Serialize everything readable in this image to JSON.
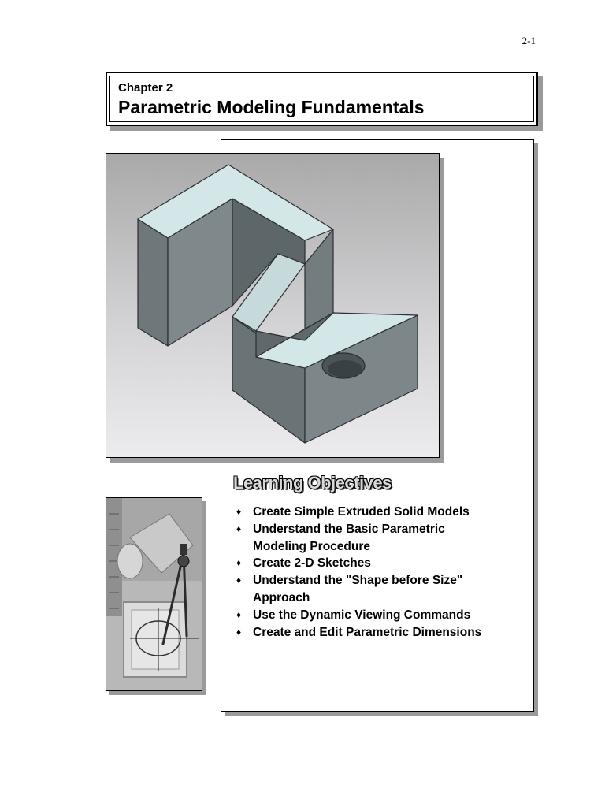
{
  "page": {
    "number": "2-1"
  },
  "chapter": {
    "label": "Chapter 2",
    "title": "Parametric Modeling Fundamentals"
  },
  "objectives": {
    "heading": "Learning Objectives",
    "bullet_glyph": "♦",
    "items": [
      [
        "Create Simple Extruded Solid Models"
      ],
      [
        "Understand the Basic Parametric",
        "Modeling Procedure"
      ],
      [
        "Create 2-D Sketches"
      ],
      [
        "Understand the \"Shape before Size\"",
        "Approach"
      ],
      [
        "Use the Dynamic Viewing Commands"
      ],
      [
        "Create and Edit Parametric Dimensions"
      ]
    ]
  },
  "colors": {
    "model_top_face": "#d3e7e8",
    "model_side_face": "#7b8587",
    "model_dark_face": "#5c6568",
    "frame_shadow": "#9a9a9a"
  },
  "icons": {
    "bullet": "diamond-bullet-icon",
    "model": "isometric-solid-model-illustration",
    "drafting": "drafting-compass-illustration"
  }
}
